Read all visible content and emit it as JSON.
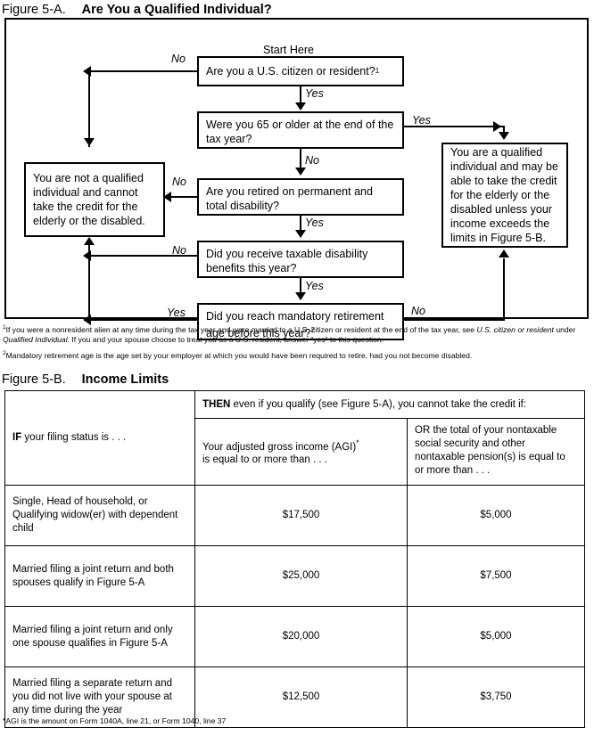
{
  "figure_a": {
    "number": "Figure 5-A.",
    "title": "Are You a Qualified Individual?",
    "start_label": "Start Here",
    "boxes": {
      "citizen": "Are you a U.S. citizen or resident?",
      "citizen_footnote_marker": "1",
      "age65": "Were you 65 or older at the end of the tax year?",
      "retired": "Are you retired on permanent and total disability?",
      "benefits": "Did you receive taxable disability benefits this year?",
      "mandatory": "Did you reach mandatory retirement age before this year?",
      "mandatory_footnote_marker": "2",
      "not_qualified": "You are not a qualified individual and cannot take the credit for the elderly or the disabled.",
      "qualified": "You are a qualified individual and may be able to take the credit for the elderly or the disabled unless your income exceeds the limits in Figure 5-B."
    },
    "edge_labels": {
      "citizen_no": "No",
      "citizen_yes": "Yes",
      "age65_yes": "Yes",
      "age65_no": "No",
      "retired_no": "No",
      "retired_yes": "Yes",
      "benefits_no": "No",
      "benefits_yes": "Yes",
      "mandatory_yes": "Yes",
      "mandatory_no": "No"
    },
    "footnotes": {
      "one_marker": "1",
      "one_part1": "If you were a nonresident alien at any time during the tax year and were married to a U.S. citizen or resident at the end of the tax year, see ",
      "one_italic1": "U.S. citizen or resident",
      "one_part2": " under ",
      "one_italic2": "Qualified Individual.",
      "one_part3": " If you and your spouse choose to treat you as a U.S. resident, answer “yes” to this question.",
      "two_marker": "2",
      "two_text": "Mandatory retirement age is the age set by your employer at which you would have been required to retire, had you not become disabled."
    }
  },
  "figure_b": {
    "number": "Figure 5-B.",
    "title": "Income Limits",
    "header_then_bold": "THEN",
    "header_then_rest": " even if you qualify (see Figure 5-A), you cannot take the credit if:",
    "col_status_if": "IF",
    "col_status_rest": " your filing status is . . .",
    "col_agi_line1_pre": "Your adjusted gross income (AGI)",
    "col_agi_star": "*",
    "col_agi_line2": "is equal to or more than . . .",
    "col_other": "OR the total of your nontaxable social security and other nontaxable pension(s) is equal to or more than . . .",
    "col_other_bold": "OR",
    "rows": [
      {
        "status": "Single, Head of household, or Qualifying widow(er) with dependent child",
        "agi": "$17,500",
        "other": "$5,000"
      },
      {
        "status": "Married filing a joint return and both spouses qualify in Figure 5-A",
        "agi": "$25,000",
        "other": "$7,500"
      },
      {
        "status": "Married filing a joint return and only one spouse qualifies in Figure 5-A",
        "agi": "$20,000",
        "other": "$5,000"
      },
      {
        "status": "Married filing a separate return and you did not live with your spouse at any time during the year",
        "agi": "$12,500",
        "other": "$3,750"
      }
    ],
    "footnote": "*AGI is the amount on Form 1040A, line 21, or Form 1040, line 37"
  },
  "colors": {
    "ink": "#000000",
    "paper": "#ffffff"
  }
}
